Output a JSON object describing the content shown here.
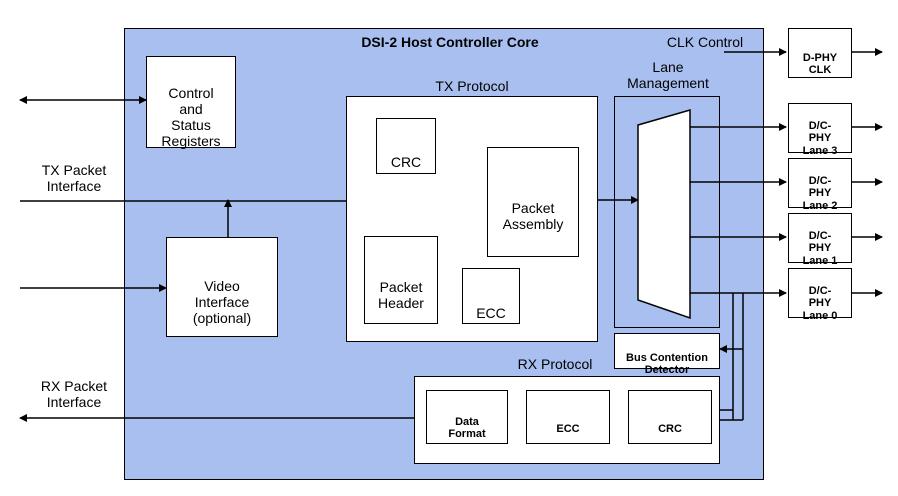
{
  "core_title": "DSI-2 Host Controller Core",
  "clk_control": "CLK Control",
  "control_status": "Control\nand\nStatus\nRegisters",
  "tx_protocol": "TX Protocol",
  "lane_management": "Lane\nManagement",
  "crc": "CRC",
  "packet_assembly": "Packet\nAssembly",
  "packet_header": "Packet\nHeader",
  "ecc": "ECC",
  "video_interface": "Video\nInterface\n(optional)",
  "tx_packet_interface": "TX Packet\nInterface",
  "rx_packet_interface": "RX Packet\nInterface",
  "rx_protocol": "RX Protocol",
  "bus_contention": "Bus Contention\nDetector",
  "data_format": "Data\nFormat",
  "rx_ecc": "ECC",
  "rx_crc": "CRC",
  "dphy_clk": "D-PHY\nCLK",
  "lane3": "D/C-\nPHY\nLane 3",
  "lane2": "D/C-\nPHY\nLane 2",
  "lane1": "D/C-\nPHY\nLane 1",
  "lane0": "D/C-\nPHY\nLane 0",
  "colors": {
    "core_fill": "#a8bff0",
    "box_fill": "#ffffff",
    "line": "#000000"
  }
}
